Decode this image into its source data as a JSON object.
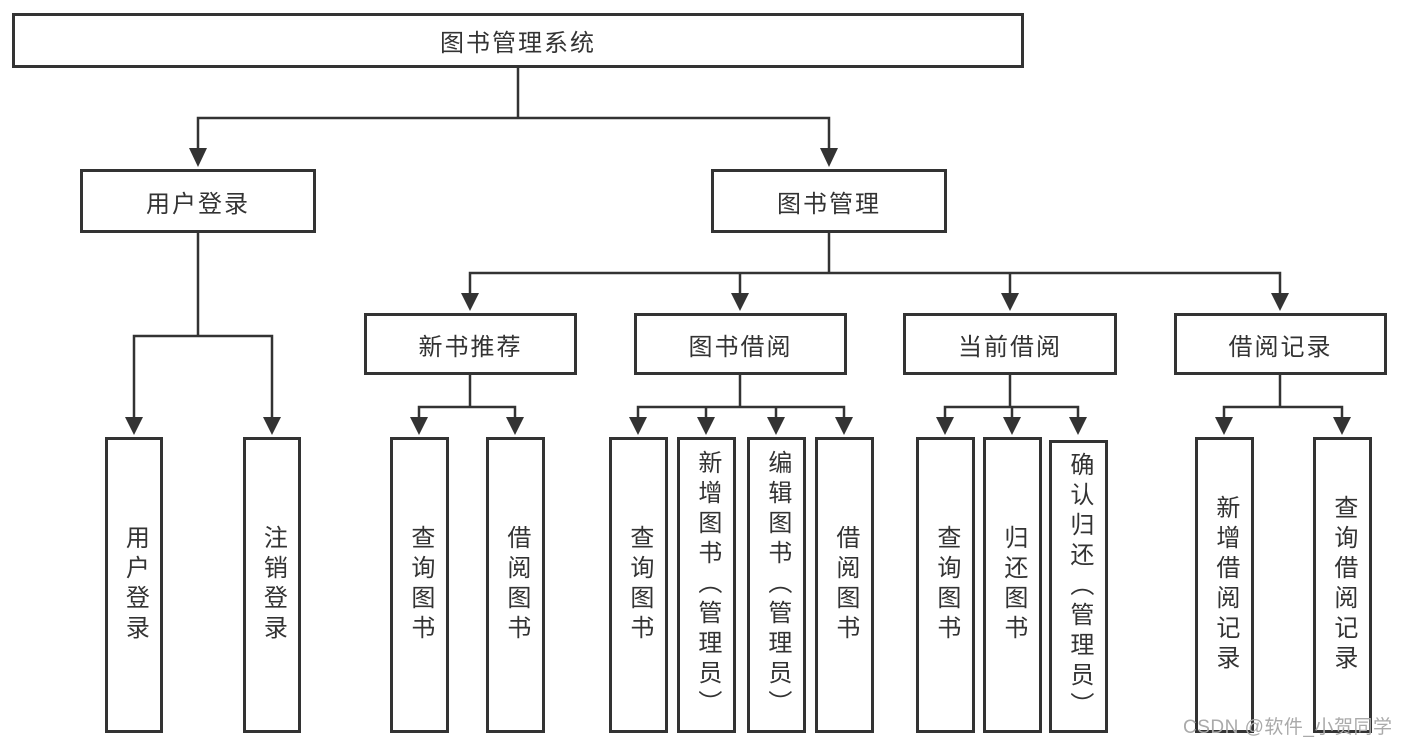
{
  "diagram": {
    "root": "图书管理系统",
    "level2": {
      "user_login": "用户登录",
      "book_management": "图书管理"
    },
    "level3": {
      "new_book": "新书推荐",
      "book_borrow": "图书借阅",
      "current_borrow": "当前借阅",
      "borrow_record": "借阅记录"
    },
    "leaves": {
      "user_login": [
        "用户登录",
        "注销登录"
      ],
      "new_book": [
        "查询图书",
        "借阅图书"
      ],
      "book_borrow": [
        "查询图书",
        "新增图书（管理员）",
        "编辑图书（管理员）",
        "借阅图书"
      ],
      "current_borrow": [
        "查询图书",
        "归还图书",
        "确认归还（管理员）"
      ],
      "borrow_record": [
        "新增借阅记录",
        "查询借阅记录"
      ]
    }
  },
  "watermark": {
    "text": "CSDN @软件_小贺同学",
    "color": "#aaaaaa"
  },
  "colors": {
    "line": "#333333",
    "text": "#333333",
    "box_background": "#ffffff",
    "page_background": "#ffffff"
  }
}
